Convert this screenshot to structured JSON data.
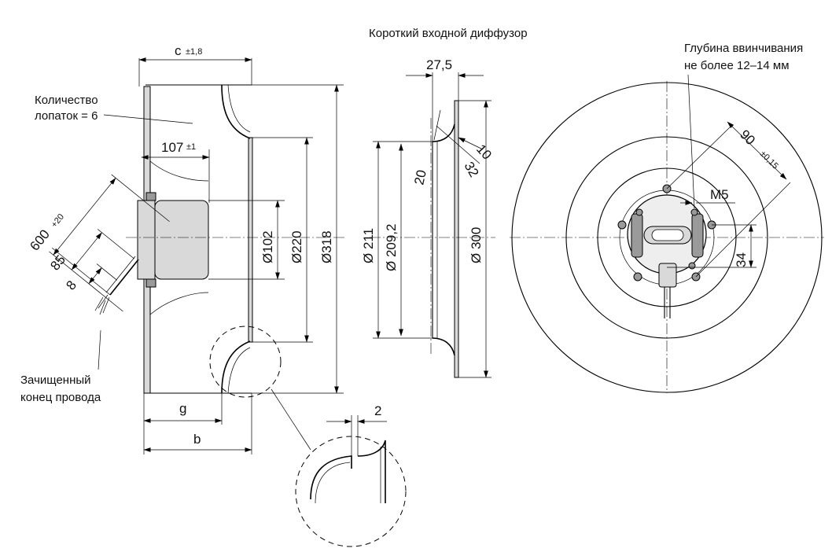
{
  "labels": {
    "short_inlet_diffuser": "Короткий входной диффузор",
    "screw_depth_line1": "Глубина ввинчивания",
    "screw_depth_line2": "не более 12–14 мм",
    "blades_line1": "Количество",
    "blades_line2": "лопаток = 6",
    "wire_end_line1": "Зачищенный",
    "wire_end_line2": "конец провода"
  },
  "dimensions": {
    "c": "c",
    "c_tol": "±1,8",
    "d107": "107",
    "d107_tol": "±1",
    "d102": "Ø102",
    "d220": "Ø220",
    "d318": "Ø318",
    "cable_600": "600",
    "cable_600_tol": "+20",
    "cable_85": "85",
    "cable_8": "8",
    "g": "g",
    "b": "b",
    "d2": "2",
    "d27_5": "27,5",
    "d10": "10",
    "d32": "32",
    "d20": "20",
    "d211": "Ø 211",
    "d209_2": "Ø 209,2",
    "d300": "Ø 300",
    "d90": "90",
    "d90_tol": "±0,15",
    "m5": "M5",
    "d34": "34"
  },
  "icons": [
    "fan-side-view",
    "diffuser-section",
    "motor-front-view",
    "detail-circle",
    "arrowhead"
  ]
}
